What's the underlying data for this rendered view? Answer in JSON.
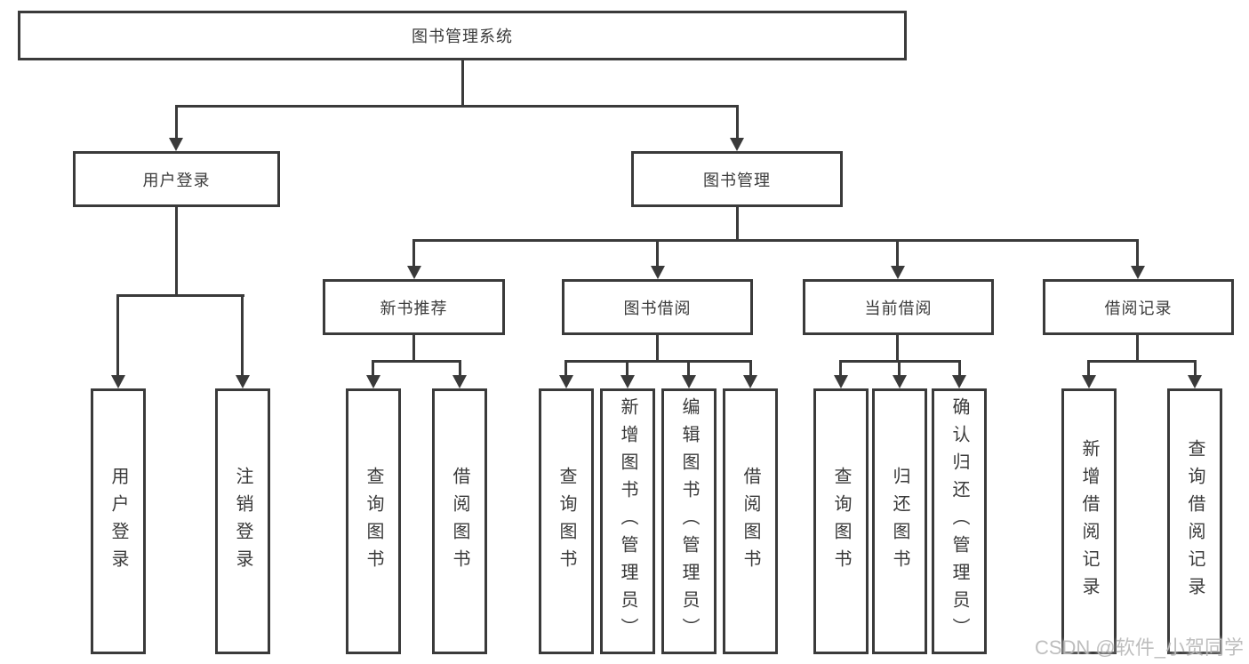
{
  "diagram": {
    "root": "图书管理系统",
    "level2": {
      "user_login": "用户登录",
      "book_management": "图书管理"
    },
    "level3": {
      "new_book_recommend": "新书推荐",
      "book_borrow": "图书借阅",
      "current_borrow": "当前借阅",
      "borrow_records": "借阅记录"
    },
    "leaves": {
      "user_login": "用户登录",
      "logout": "注销登录",
      "nb_query_books": "查询图书",
      "nb_borrow_books": "借阅图书",
      "bb_query_books": "查询图书",
      "bb_add_books_admin": "新增图书（管理员）",
      "bb_edit_books_admin": "编辑图书（管理员）",
      "bb_borrow_books": "借阅图书",
      "cb_query_books": "查询图书",
      "cb_return_books": "归还图书",
      "cb_confirm_return_admin": "确认归还（管理员）",
      "br_add_record": "新增借阅记录",
      "br_query_record": "查询借阅记录"
    }
  },
  "watermark": "CSDN @软件_小贺同学",
  "colors": {
    "line": "#3a3a3a",
    "box_border": "#3a3a3a",
    "text": "#3a3a3a",
    "background": "#ffffff",
    "watermark": "#b9b9b9"
  }
}
